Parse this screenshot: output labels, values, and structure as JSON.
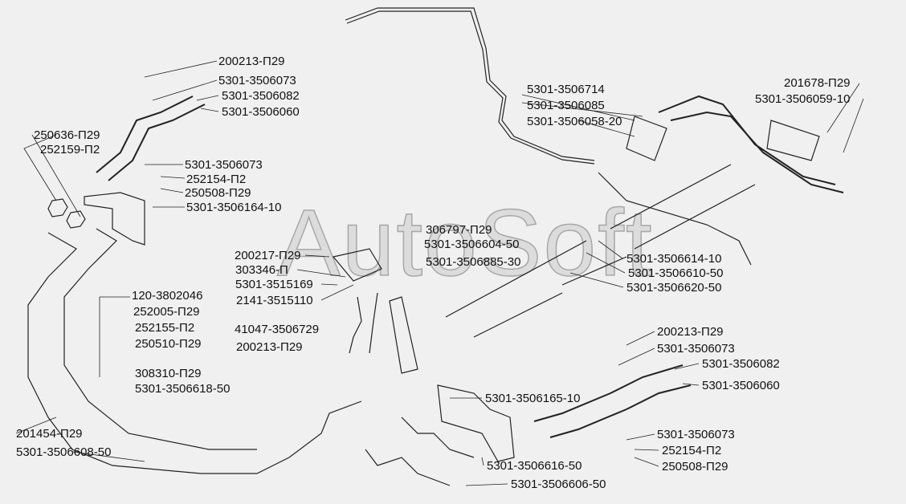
{
  "watermark": "AutoSoft",
  "labels": [
    "200213-П29",
    "5301-3506073",
    "5301-3506082",
    "5301-3506060",
    "250636-П29",
    "252159-П2",
    "5301-3506073",
    "252154-П2",
    "250508-П29",
    "5301-3506164-10",
    "200217-П29",
    "303346-П",
    "5301-3515169",
    "2141-3515110",
    "120-3802046",
    "252005-П29",
    "252155-П2",
    "250510-П29",
    "308310-П29",
    "5301-3506618-50",
    "41047-3506729",
    "200213-П29",
    "306797-П29",
    "5301-3506604-50",
    "5301-3506885-30",
    "5301-3506714",
    "5301-3506085",
    "5301-3506058-20",
    "201678-П29",
    "5301-3506059-10",
    "5301-3506614-10",
    "5301-3506610-50",
    "5301-3506620-50",
    "200213-П29",
    "5301-3506073",
    "5301-3506082",
    "5301-3506060",
    "5301-3506165-10",
    "5301-3506073",
    "252154-П2",
    "250508-П29",
    "5301-3506616-50",
    "5301-3506606-50",
    "201454-П29",
    "5301-3506608-50"
  ]
}
